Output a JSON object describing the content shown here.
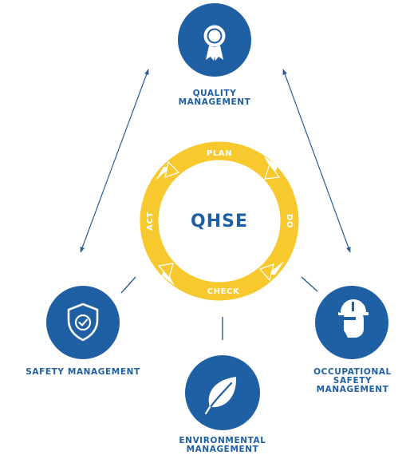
{
  "center": {
    "title": "QHSE",
    "cycle": [
      "PLAN",
      "DO",
      "CHECK",
      "ACT"
    ]
  },
  "nodes": {
    "quality": {
      "lines": [
        "QUALITY",
        "MANAGEMENT"
      ],
      "icon": "award-ribbon-icon"
    },
    "safety": {
      "lines": [
        "SAFETY MANAGEMENT"
      ],
      "icon": "shield-check-icon"
    },
    "environmental": {
      "lines": [
        "ENVIRONMENTAL",
        "MANAGEMENT"
      ],
      "icon": "leaf-icon"
    },
    "occupational": {
      "lines": [
        "OCCUPATIONAL",
        "SAFETY",
        "MANAGEMENT"
      ],
      "icon": "hard-hat-worker-icon"
    }
  },
  "colors": {
    "blue": "#1f5fa3",
    "yellow": "#f7c92f",
    "line": "#2a5d94"
  }
}
